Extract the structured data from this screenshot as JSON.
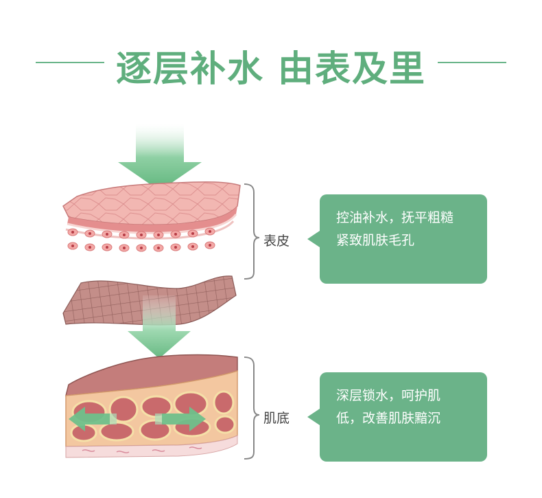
{
  "header": {
    "title": "逐层补水 由表及里"
  },
  "layers": [
    {
      "label": "表皮",
      "description_lines": [
        "控油补水，抚平粗糙",
        "紧致肌肤毛孔"
      ]
    },
    {
      "label": "肌底",
      "description_lines": [
        "深层锁水，呵护肌",
        "低，改善肌肤黯沉"
      ]
    }
  ],
  "colors": {
    "accent_green": "#6bb389",
    "title_green": "#5fae7d",
    "skin_pink": "#e9a4a4",
    "tissue_brown": "#b57e7a"
  },
  "icons": [
    "down-arrow-icon",
    "left-right-arrow-icon"
  ]
}
